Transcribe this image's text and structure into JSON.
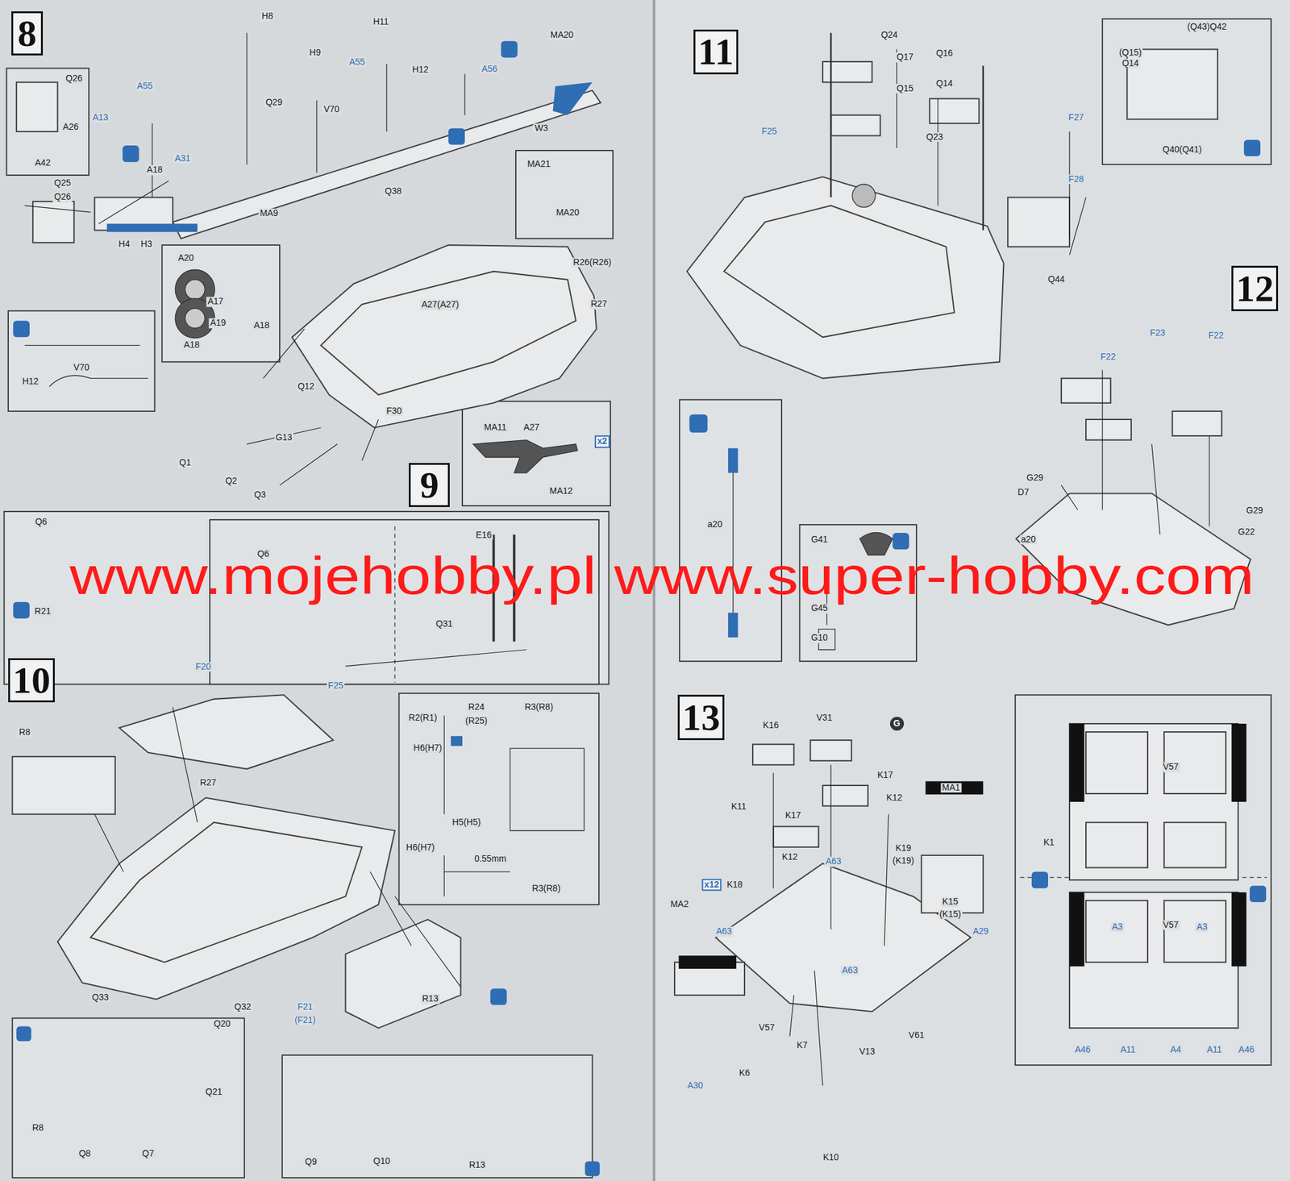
{
  "diagram": {
    "nodes": [
      {
        "text": [
          "8"
        ]
      },
      {
        "text": [
          "9"
        ]
      },
      {
        "text": [
          "10"
        ]
      },
      {
        "text": [
          "11"
        ]
      },
      {
        "text": [
          "12"
        ]
      },
      {
        "text": [
          "13"
        ]
      }
    ],
    "labels": [
      "Q26",
      "A26",
      "A42",
      "Q25",
      "Q26",
      "A13",
      "A55",
      "H8",
      "H9",
      "H11",
      "H12",
      "A55",
      "A56",
      "MA20",
      "Q29",
      "V70",
      "A18",
      "A31",
      "H4",
      "H3",
      "W3",
      "Q38",
      "MA9",
      "MA21",
      "MA20",
      "A20",
      "A17",
      "A19",
      "A18",
      "A18",
      "V70",
      "H12",
      "R26(R26)",
      "A27(A27)",
      "R27",
      "Q12",
      "F30",
      "G13",
      "Q1",
      "Q2",
      "Q3",
      "MA11",
      "A27",
      "MA12",
      "x2",
      "Q6",
      "Q6",
      "E16",
      "R21",
      "Q31",
      "F20",
      "F25",
      "R8",
      "R27",
      "R2(R1)",
      "R24",
      "(R25)",
      "R3(R8)",
      "H6(H7)",
      "H5(H5)",
      "H6(H7)",
      "0.55mm",
      "R3(R8)",
      "Q33",
      "Q32",
      "F21",
      "(F21)",
      "R13",
      "R8",
      "Q20",
      "Q21",
      "Q8",
      "Q7",
      "Q9",
      "Q10",
      "R13",
      "Q24",
      "Q17",
      "Q15",
      "Q16",
      "Q14",
      "F25",
      "Q23",
      "F27",
      "F28",
      "Q44",
      "(Q43)Q42",
      "(Q15)",
      "Q14",
      "Q40(Q41)",
      "F22",
      "F23",
      "F22",
      "G29",
      "G29",
      "D7",
      "a20",
      "G22",
      "a20",
      "G41",
      "G45",
      "G10",
      "G",
      "K16",
      "V31",
      "K11",
      "K17",
      "K17",
      "K12",
      "K12",
      "K19",
      "(K19)",
      "MA1",
      "x12",
      "K18",
      "A63",
      "A63",
      "A63",
      "K15",
      "(K15)",
      "A29",
      "MA2",
      "A30",
      "V57",
      "V13",
      "V61",
      "K7",
      "K6",
      "K10",
      "V57",
      "K1",
      "A3",
      "V57",
      "A3",
      "A46",
      "A11",
      "A4",
      "A11",
      "A46",
      "www.mojehobby.pl www.super-hobby.com"
    ]
  }
}
